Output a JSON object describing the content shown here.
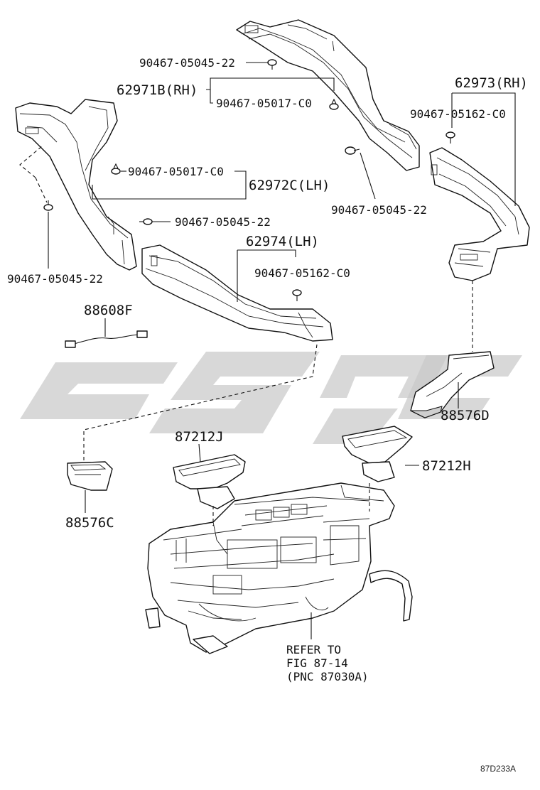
{
  "labels": {
    "p62971b": "62971B(RH)",
    "p62972c": "62972C(LH)",
    "p62973": "62973(RH)",
    "p62974": "62974(LH)",
    "p88608f": "88608F",
    "p87212j": "87212J",
    "p87212h": "87212H",
    "p88576c": "88576C",
    "p88576d": "88576D",
    "b05045_top": "90467-05045-22",
    "b05017_rh": "90467-05017-C0",
    "b05162_rh": "90467-05162-C0",
    "b05017_lh": "90467-05017-C0",
    "b05045_mid_right": "90467-05045-22",
    "b05045_mid_left": "90467-05045-22",
    "b05045_left": "90467-05045-22",
    "b05162_lh": "90467-05162-C0"
  },
  "refer_note": {
    "line1": "REFER TO",
    "line2": "FIG 87-14",
    "line3": "(PNC 87030A)"
  },
  "figure_code": "87D233A"
}
